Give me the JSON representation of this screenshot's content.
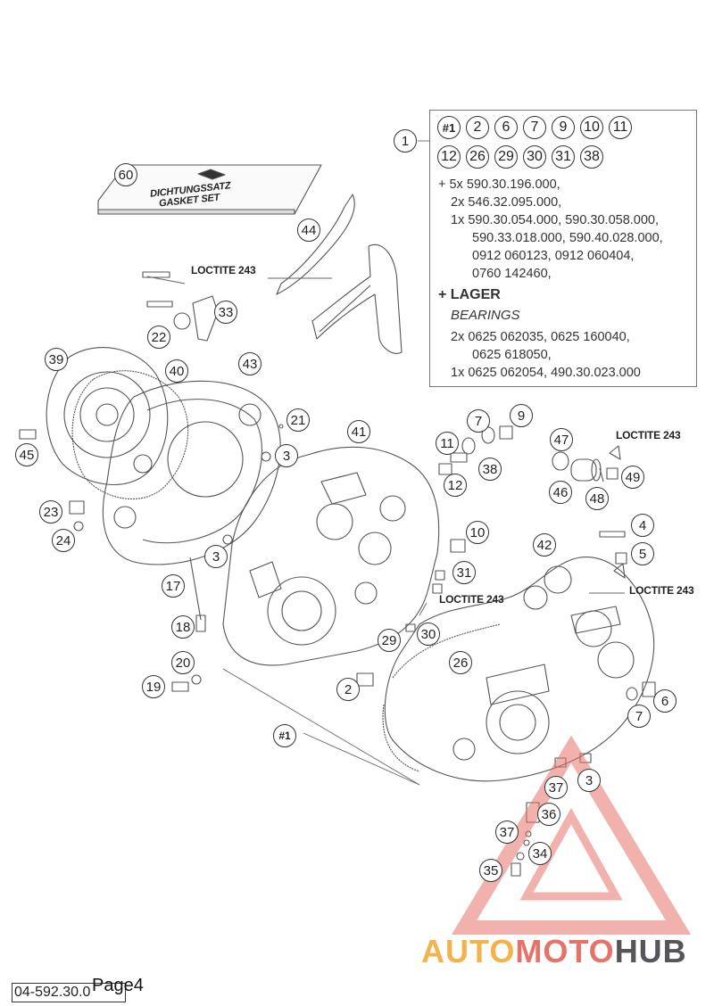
{
  "info_box": {
    "main_callout": "1",
    "row1": [
      "#1",
      "2",
      "6",
      "7",
      "9",
      "10",
      "11"
    ],
    "row2": [
      "12",
      "26",
      "29",
      "30",
      "31",
      "38"
    ],
    "lines": [
      "+ 5x 590.30.196.000,",
      "2x 546.32.095.000,",
      "1x 590.30.054.000, 590.30.058.000,",
      "590.33.018.000, 590.40.028.000,",
      "0912 060123, 0912 060404,",
      "0760 142460,"
    ],
    "lager_heading": "+ LAGER",
    "bearings_heading": "BEARINGS",
    "bearing_lines": [
      "2x 0625 062035, 0625 160040,",
      "0625 618050,",
      "1x 0625 062054, 490.30.023.000"
    ]
  },
  "gasket_set": {
    "number": "60",
    "line1": "DICHTUNGSSATZ",
    "line2": "GASKET SET"
  },
  "loctite_label": "LOCTITE 243",
  "callouts": {
    "c44": "44",
    "c33": "33",
    "c22": "22",
    "c39": "39",
    "c40": "40",
    "c43": "43",
    "c21": "21",
    "c3a": "3",
    "c45": "45",
    "c41": "41",
    "c11": "11",
    "c7a": "7",
    "c9": "9",
    "c38": "38",
    "c12": "12",
    "c47": "47",
    "c46": "46",
    "c48": "48",
    "c49": "49",
    "c23": "23",
    "c24": "24",
    "c3b": "3",
    "c10": "10",
    "c4": "4",
    "c42": "42",
    "c5": "5",
    "c17": "17",
    "c31": "31",
    "c18": "18",
    "c29": "29",
    "c30": "30",
    "c20": "20",
    "c19": "19",
    "c26": "26",
    "c2": "2",
    "c6": "6",
    "c7b": "7",
    "c1sub": "#1",
    "c3c": "3",
    "c37a": "37",
    "c36": "36",
    "c37b": "37",
    "c34": "34",
    "c35": "35"
  },
  "footer": {
    "doc_number": "04-592.30.0",
    "page": "Page4",
    "brand": {
      "part1": "AUTO",
      "part2": "MOTO",
      "part3": "HUB"
    }
  },
  "colors": {
    "brand_yellow": "#f3b34a",
    "brand_red": "#e6736a",
    "brand_gray": "#55555a"
  }
}
